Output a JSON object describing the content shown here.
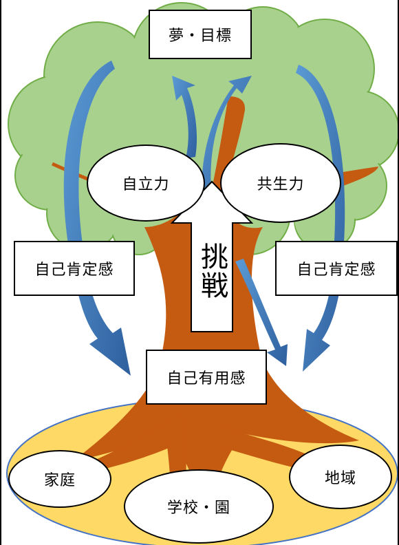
{
  "diagram": {
    "goal": "夢・目標",
    "competencies": {
      "left": "自立力",
      "right": "共生力"
    },
    "challenge": "挑戦",
    "self_affirmation_left": "自己肯定感",
    "self_affirmation_right": "自己肯定感",
    "self_usefulness": "自己有用感",
    "foundations": {
      "left": "家庭",
      "center": "学校・園",
      "right": "地域"
    }
  },
  "colors": {
    "foliage": "#a9d18e",
    "foliage_edge": "#70ad47",
    "trunk": "#c55a11",
    "ground": "#ffd966",
    "ground_edge": "#4472c4",
    "arrow": "#5b9bd5",
    "arrow_dark": "#2e5f9e"
  }
}
